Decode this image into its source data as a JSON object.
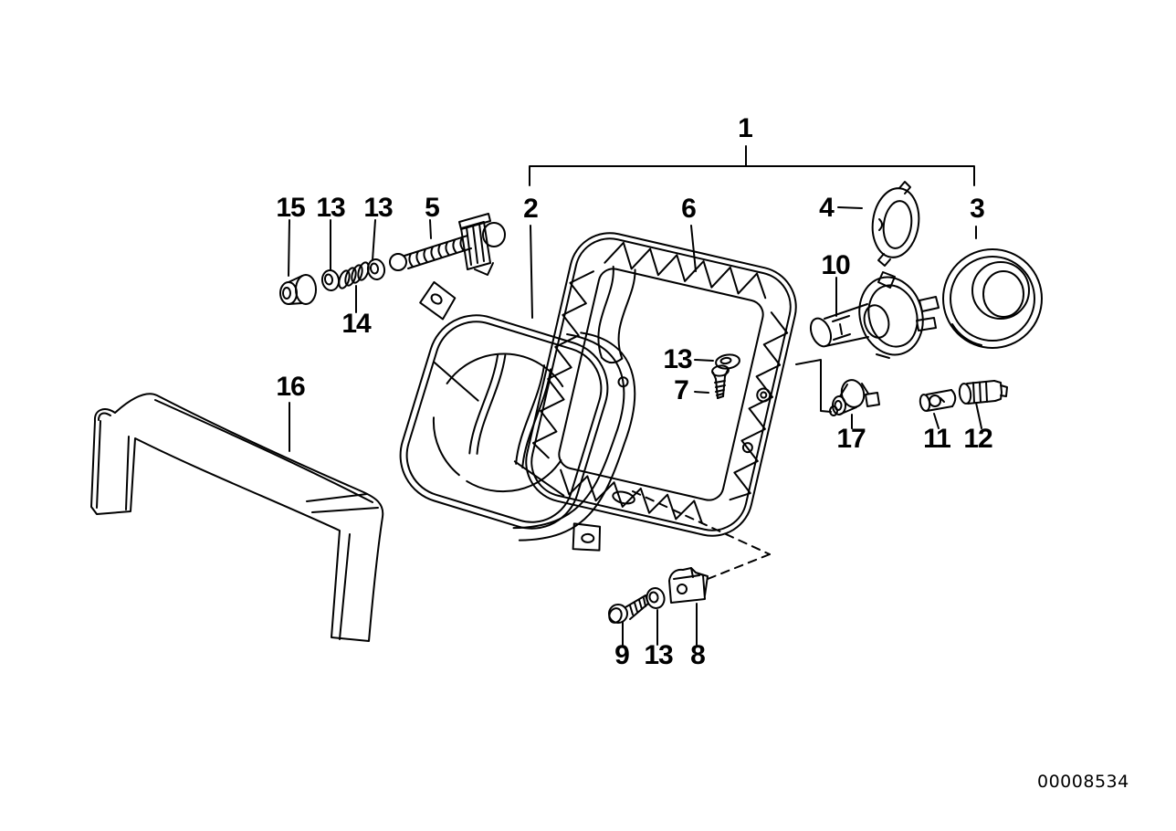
{
  "meta": {
    "background_color": "#ffffff",
    "line_color": "#000000",
    "diagram_type": "exploded-parts-drawing"
  },
  "callouts": [
    {
      "part": "1"
    },
    {
      "part": "2"
    },
    {
      "part": "6"
    },
    {
      "part": "4"
    },
    {
      "part": "3"
    },
    {
      "part": "15"
    },
    {
      "part": "13"
    },
    {
      "part": "13"
    },
    {
      "part": "5"
    },
    {
      "part": "14"
    },
    {
      "part": "16"
    },
    {
      "part": "13"
    },
    {
      "part": "7"
    },
    {
      "part": "10"
    },
    {
      "part": "17"
    },
    {
      "part": "11"
    },
    {
      "part": "12"
    },
    {
      "part": "9"
    },
    {
      "part": "13"
    },
    {
      "part": "8"
    }
  ],
  "footer": {
    "doc_number": "00008534"
  }
}
